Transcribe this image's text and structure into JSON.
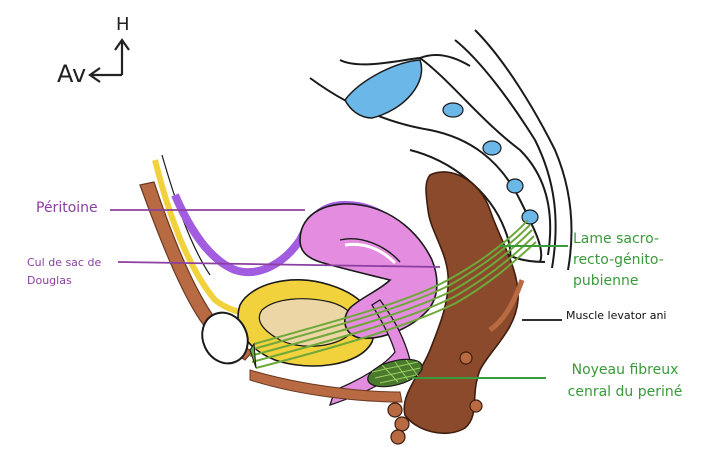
{
  "compass": {
    "anterior_label": "Av",
    "superior_label": "H"
  },
  "labels": {
    "peritoine": "Péritoine",
    "cul_de_sac": "Cul de sac de Douglas",
    "lame": "Lame sacro-recto-génito-pubienne",
    "levator": "Muscle levator ani",
    "noyeau": "Noyeau fibreux cenral du periné"
  },
  "colors": {
    "peritoine": "#8b3fa0",
    "cul_de_sac": "#8b3fa0",
    "lame": "#3a9a3a",
    "levator": "#111111",
    "noyeau": "#3a9a3a",
    "rectum": "#8b4a2b",
    "uterus": "#e48de0",
    "bladder_wall": "#f2d23c",
    "bladder_lumen": "#ecd6a6",
    "fascia": "#6fa83a",
    "peritoneum": "#a25ce0",
    "sacrum": "#6ab7e8"
  }
}
